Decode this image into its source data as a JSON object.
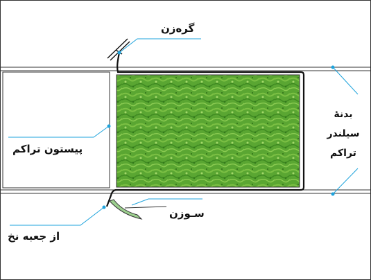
{
  "labels": {
    "knot": "گره‌زن",
    "needle": "سـوزن",
    "from_thread_box": "از جعبه نخ",
    "piston": "پیستون تراکم",
    "cylinder_body_line1": "بدنهٔ",
    "cylinder_body_line2": "سیلندر",
    "cylinder_body_line3": "تراکم"
  },
  "colors": {
    "callout": "#1ea3dc",
    "outline": "#333333",
    "bale_green": "#5aa632",
    "needle_green": "#9ccf8e",
    "twine": "#111111"
  }
}
